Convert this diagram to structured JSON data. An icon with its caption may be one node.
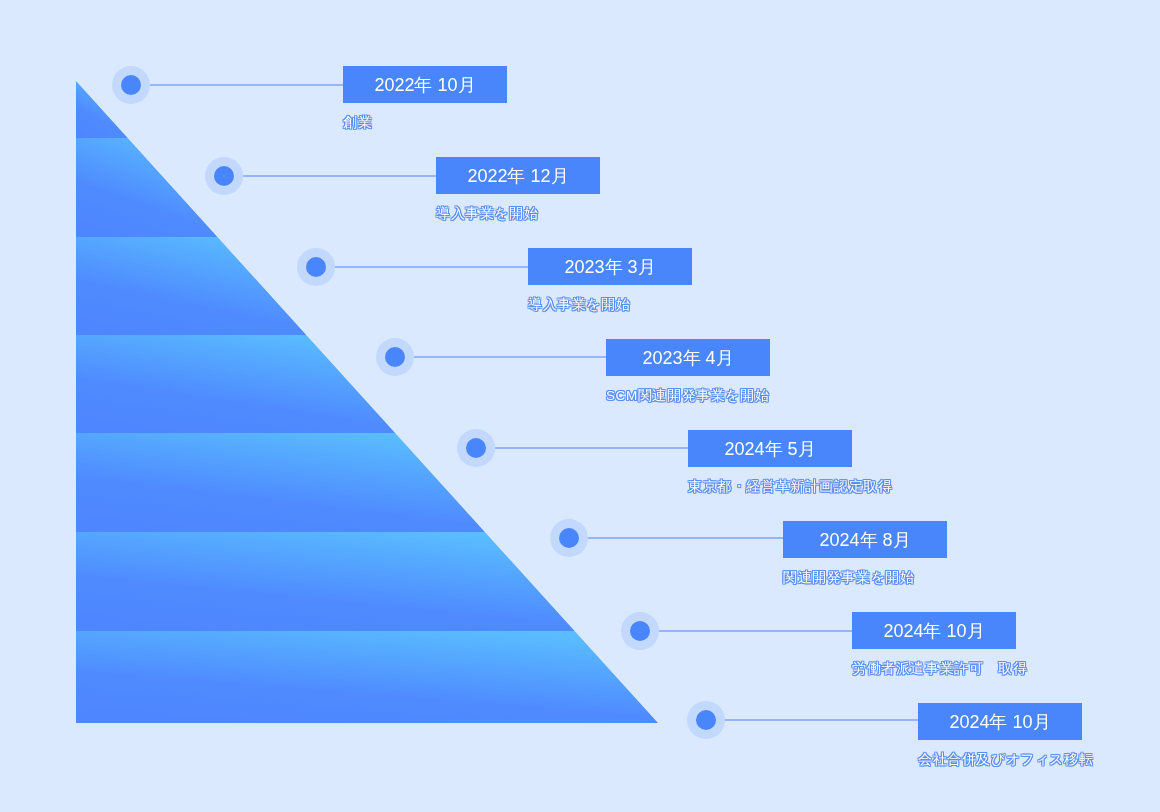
{
  "diagram": {
    "nodes": [
      {
        "text": [],
        "shape": "circle"
      },
      {
        "text": [
          "2022年 10月"
        ],
        "beside": [
          "創業"
        ]
      },
      {
        "text": [],
        "shape": "circle"
      },
      {
        "text": [
          "2022年 12月"
        ],
        "beside": [
          "導入事業を開始"
        ]
      },
      {
        "text": [],
        "shape": "circle"
      },
      {
        "text": [
          "2023年 3月"
        ],
        "beside": [
          "導入事業を開始"
        ]
      },
      {
        "text": [],
        "shape": "circle"
      },
      {
        "text": [
          "2023年 4月"
        ],
        "beside": [
          "SCM関連開発事業を開始"
        ]
      },
      {
        "text": [],
        "shape": "circle"
      },
      {
        "text": [
          "2024年 5月"
        ],
        "beside": [
          "東京都・経営革新計画認定取得"
        ]
      },
      {
        "text": [],
        "shape": "circle"
      },
      {
        "text": [
          "2024年 8月"
        ],
        "beside": [
          "関連開発事業を開始"
        ]
      },
      {
        "text": [],
        "shape": "circle"
      },
      {
        "text": [
          "2024年 10月"
        ],
        "beside": [
          "労働者派遣事業許可　取得"
        ]
      },
      {
        "text": [],
        "shape": "circle"
      },
      {
        "text": [
          "2024年 10月"
        ],
        "beside": [
          "会社合併及びオフィス移転"
        ]
      }
    ],
    "edges": [
      {
        "from": 0,
        "to": 1,
        "arrow": "none"
      },
      {
        "from": 2,
        "to": 3,
        "arrow": "none"
      },
      {
        "from": 4,
        "to": 5,
        "arrow": "none"
      },
      {
        "from": 6,
        "to": 7,
        "arrow": "none"
      },
      {
        "from": 8,
        "to": 9,
        "arrow": "none"
      },
      {
        "from": 10,
        "to": 11,
        "arrow": "none"
      },
      {
        "from": 12,
        "to": 13,
        "arrow": "none"
      },
      {
        "from": 14,
        "to": 15,
        "arrow": "none"
      }
    ]
  }
}
